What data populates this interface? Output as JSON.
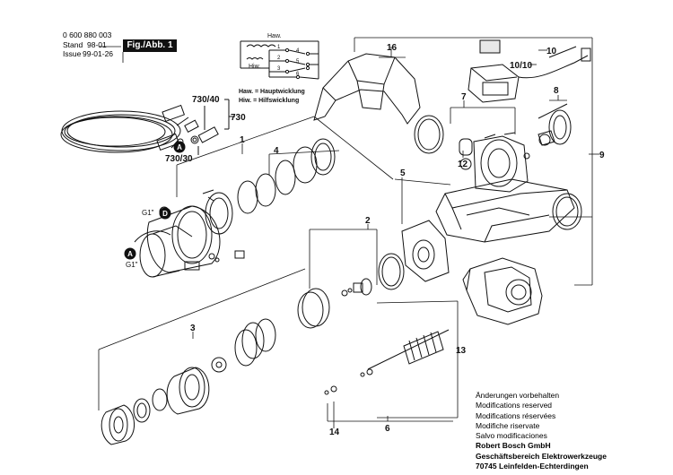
{
  "header": {
    "part_number": "0 600 880 003",
    "stand_label": "Stand",
    "stand_value": "98-01",
    "issue_label": "Issue",
    "issue_value": "99-01-26",
    "figure_label": "Fig./Abb. 1"
  },
  "wiring_legend": {
    "haw_tag": "Haw.",
    "hiw_tag": "Hiw.",
    "haw_desc": "Haw. = Hauptwicklung",
    "hiw_desc": "Hiw. = Hilfswicklung",
    "terminals": [
      "1",
      "2",
      "3",
      "4",
      "5",
      "6"
    ]
  },
  "part_labels": {
    "p730_40": "730/40",
    "p730": "730",
    "p730_30": "730/30",
    "p1": "1",
    "p2": "2",
    "p3": "3",
    "p4": "4",
    "p5": "5",
    "p6": "6",
    "p7": "7",
    "p8": "8",
    "p9": "9",
    "p10": "10",
    "p10_10": "10/10",
    "p12": "12",
    "p13": "13",
    "p14": "14",
    "p16": "16",
    "g1_top": "G1\"",
    "g1_bottom": "G1\"",
    "badge_a": "A",
    "badge_d": "D"
  },
  "footer_notes": {
    "lines": [
      "Änderungen vorbehalten",
      "Modifications reserved",
      "Modifications réservées",
      "Modifiche riservate",
      "Salvo modificaciones"
    ],
    "company": "Robert Bosch GmbH",
    "division": "Geschäftsbereich Elektrowerkzeuge",
    "address": "70745 Leinfelden-Echterdingen"
  }
}
